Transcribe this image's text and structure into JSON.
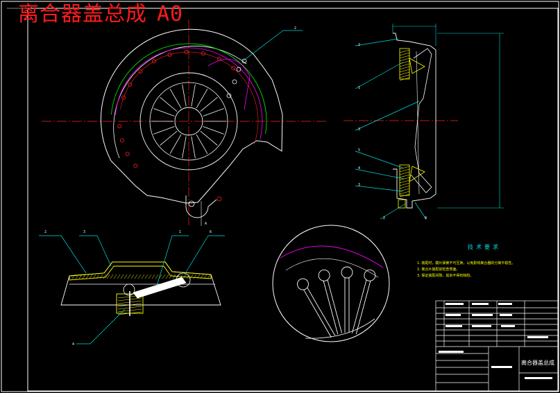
{
  "drawing": {
    "title": "离合器盖总成",
    "sheet_size": "A0",
    "technical_requirements_title": "技术要求",
    "technical_requirements": [
      "1. 装配时，膜片弹簧不可互换，以免影响离合器的分离平稳性。",
      "2. 离合片装配前检查表面。",
      "3. 保证装配间隙，其余不得有缺陷。"
    ],
    "title_block_name": "离合器盖总成",
    "balloons": {
      "front_view": [
        "2",
        "A"
      ],
      "section_view": [
        "2",
        "1",
        "3",
        "5",
        "4",
        "3",
        "2",
        "8"
      ],
      "bottom_view": [
        "2",
        "3",
        "1",
        "6",
        "4"
      ]
    }
  },
  "colors": {
    "background": "#000000",
    "border": "#ffffff",
    "outline": "#ffffff",
    "centerline": "#ff2020",
    "leader": "#00e0e0",
    "circle_magenta": "#ff00ff",
    "circle_green": "#00ff00",
    "hatch": "#ffff00",
    "title_red": "#ff1a1a"
  }
}
